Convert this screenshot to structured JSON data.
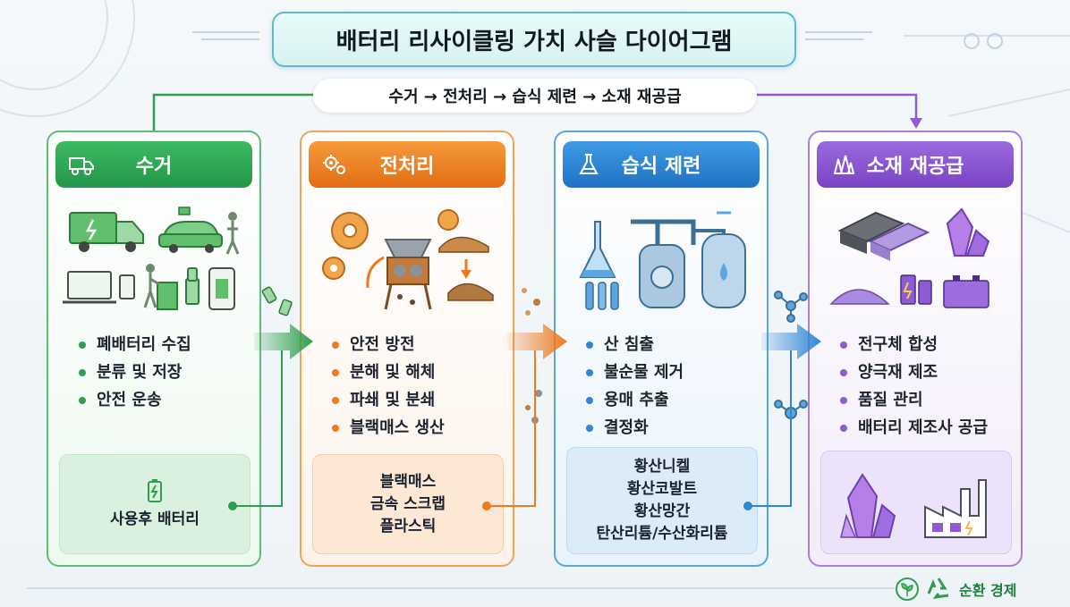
{
  "title": "배터리 리사이클링 가치 사슬 다이어그램",
  "flow_label": "수거 → 전처리 → 습식 제련 → 소재 재공급",
  "colors": {
    "green": "#2f9e4f",
    "orange": "#ef7a1f",
    "blue": "#2f86d4",
    "purple": "#8f5bd3"
  },
  "stages": [
    {
      "title": "수거",
      "icon": "recycle-truck-icon",
      "bullets": [
        "폐배터리 수집",
        "분류 및 저장",
        "안전 운송"
      ],
      "output": [
        "사용후 배터리"
      ]
    },
    {
      "title": "전처리",
      "icon": "gears-icon",
      "bullets": [
        "안전 방전",
        "분해 및 해체",
        "파쇄 및 분쇄",
        "블랙매스 생산"
      ],
      "output": [
        "블랙매스",
        "금속 스크랩",
        "플라스틱"
      ]
    },
    {
      "title": "습식 제련",
      "icon": "flask-icon",
      "bullets": [
        "산 침출",
        "불순물 제거",
        "용매 추출",
        "결정화"
      ],
      "output": [
        "황산니켈",
        "황산코발트",
        "황산망간",
        "탄산리튬/수산화리튬"
      ]
    },
    {
      "title": "소재 재공급",
      "icon": "crystals-icon",
      "bullets": [
        "전구체 합성",
        "양극재 제조",
        "품질 관리",
        "배터리 제조사 공급"
      ],
      "output": []
    }
  ],
  "footer": {
    "label": "순환 경제",
    "icon": "recycle-icon"
  }
}
